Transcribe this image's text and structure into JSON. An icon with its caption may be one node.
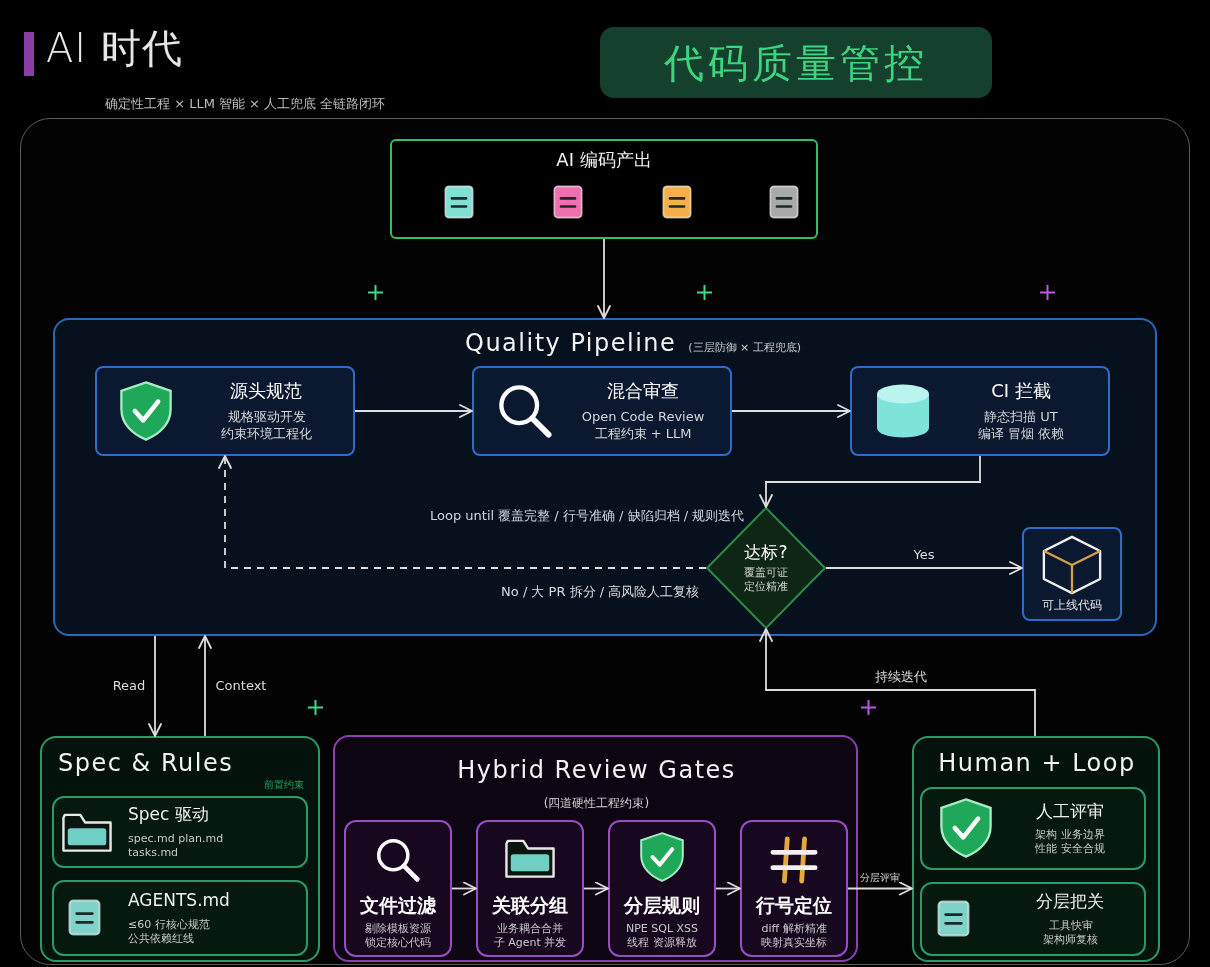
{
  "diagram": {
    "title": "AI 时代",
    "nodes": [
      {
        "text": [
          "代码质量管控"
        ]
      },
      {
        "text": [
          "AI 编码产出"
        ]
      },
      {
        "text": [
          "Quality Pipeline",
          "(三层防御 × 工程兜底)"
        ]
      },
      {
        "text": [
          "源头规范",
          "规格驱动开发约束环境工程化"
        ],
        "in": 2
      },
      {
        "text": [
          "混合审查",
          "Open Code Review 工程约束 + LLM"
        ],
        "in": 2
      },
      {
        "text": [
          "CI 拦截",
          "静态扫描 UT 编译 冒烟 依赖"
        ],
        "in": 2
      },
      {
        "text": [
          "达标?",
          "覆盖可证定位精准"
        ],
        "in": 2
      },
      {
        "text": [
          "可上线代码"
        ],
        "in": 2
      },
      {
        "text": [
          "Spec & Rules",
          "前置约束"
        ]
      },
      {
        "text": [
          "Spec 驱动",
          "spec.md plan.md tasks.md"
        ],
        "in": 8
      },
      {
        "text": [
          "AGENTS.md",
          "≤60 行核心规范公共依赖红线"
        ],
        "in": 8
      },
      {
        "text": [
          "Hybrid Review Gates",
          "(四道硬性工程约束)"
        ]
      },
      {
        "text": [
          "文件过滤",
          "剔除模板资源锁定核心代码"
        ],
        "in": 11
      },
      {
        "text": [
          "关联分组",
          "业务耦合合并子 Agent 并发"
        ],
        "in": 11
      },
      {
        "text": [
          "分层规则",
          "NPE SQL XSS 线程 资源释放"
        ],
        "in": 11
      },
      {
        "text": [
          "行号定位",
          "diff 解析精准映射真实坐标"
        ],
        "in": 11
      },
      {
        "text": [
          "Human + Loop"
        ]
      },
      {
        "text": [
          "人工评审",
          "架构 业务边界性能 安全合规"
        ],
        "in": 16
      },
      {
        "text": [
          "分层把关",
          "工具快审架构师复核"
        ],
        "in": 16
      }
    ],
    "edges": [
      {
        "from": 1,
        "to": 2,
        "arrow": "to"
      },
      {
        "from": 3,
        "to": 4,
        "arrow": "to"
      },
      {
        "from": 4,
        "to": 5,
        "arrow": "to"
      },
      {
        "from": 5,
        "to": 6,
        "arrow": "to"
      },
      {
        "from": 6,
        "to": 3,
        "arrow": "to",
        "style": "dashed",
        "label": "No / 大 PR 拆分 / 高风险人工复核"
      },
      {
        "from": 6,
        "to": 7,
        "arrow": "to",
        "label": "Yes"
      },
      {
        "from": 2,
        "to": 8,
        "arrow": "to",
        "label": "Read"
      },
      {
        "from": 8,
        "to": 2,
        "arrow": "to",
        "label": "Context"
      },
      {
        "from": 12,
        "to": 13,
        "arrow": "to"
      },
      {
        "from": 13,
        "to": 14,
        "arrow": "to"
      },
      {
        "from": 14,
        "to": 15,
        "arrow": "to"
      },
      {
        "from": 15,
        "to": 16,
        "arrow": "to",
        "label": "分层评审"
      },
      {
        "from": 16,
        "to": 6,
        "arrow": "to",
        "label": "持续迭代"
      }
    ],
    "labels": [
      "确定性工程 × LLM 智能 × 人工兜底 全链路闭环",
      "Loop until 覆盖完整 / 行号准确 / 缺陷归档 / 规则迭代"
    ]
  }
}
